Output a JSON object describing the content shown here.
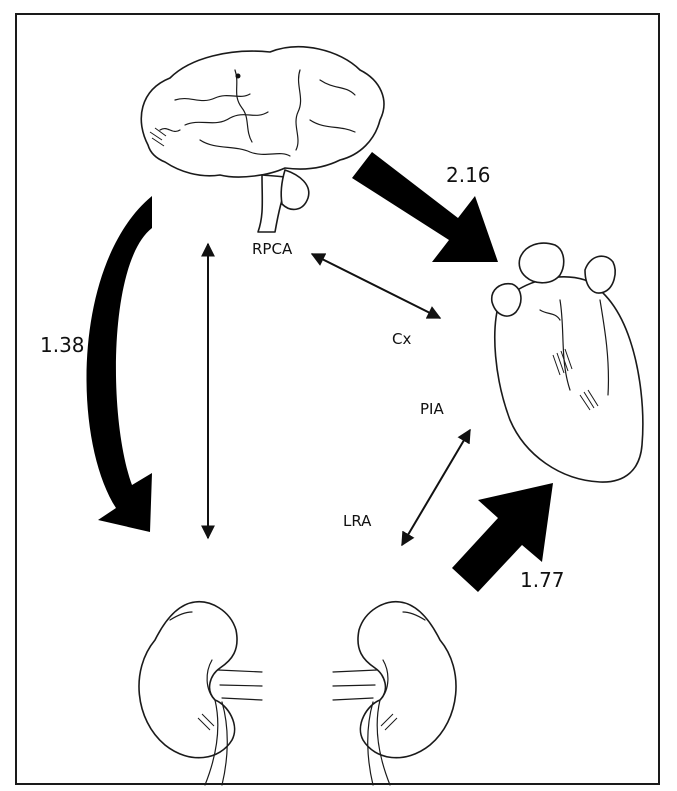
{
  "labels": {
    "rpca": "RPCA",
    "cx": "Cx",
    "pia": "PIA",
    "lra": "LRA"
  },
  "values": {
    "brain_to_heart": "2.16",
    "brain_to_kidney": "1.38",
    "kidney_to_heart": "1.77"
  },
  "colors": {
    "ink": "#000000",
    "background": "#ffffff"
  }
}
